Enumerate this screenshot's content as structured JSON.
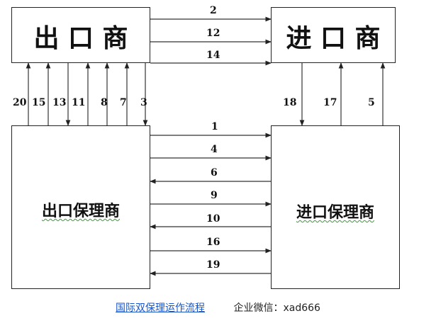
{
  "boxes": {
    "exporter": "出 口 商",
    "importer": "进 口 商",
    "export_factor": "出口保理商",
    "import_factor": "进口保理商"
  },
  "upper_links": [
    "2",
    "12",
    "14"
  ],
  "lower_links": [
    "1",
    "4",
    "6",
    "9",
    "10",
    "16",
    "19"
  ],
  "left_vertical": [
    "20",
    "15",
    "13",
    "11",
    "8",
    "7",
    "3"
  ],
  "right_vertical": [
    "18",
    "17",
    "5"
  ],
  "caption": {
    "title": "国际双保理运作流程",
    "wechat": "企业微信：xad666"
  }
}
